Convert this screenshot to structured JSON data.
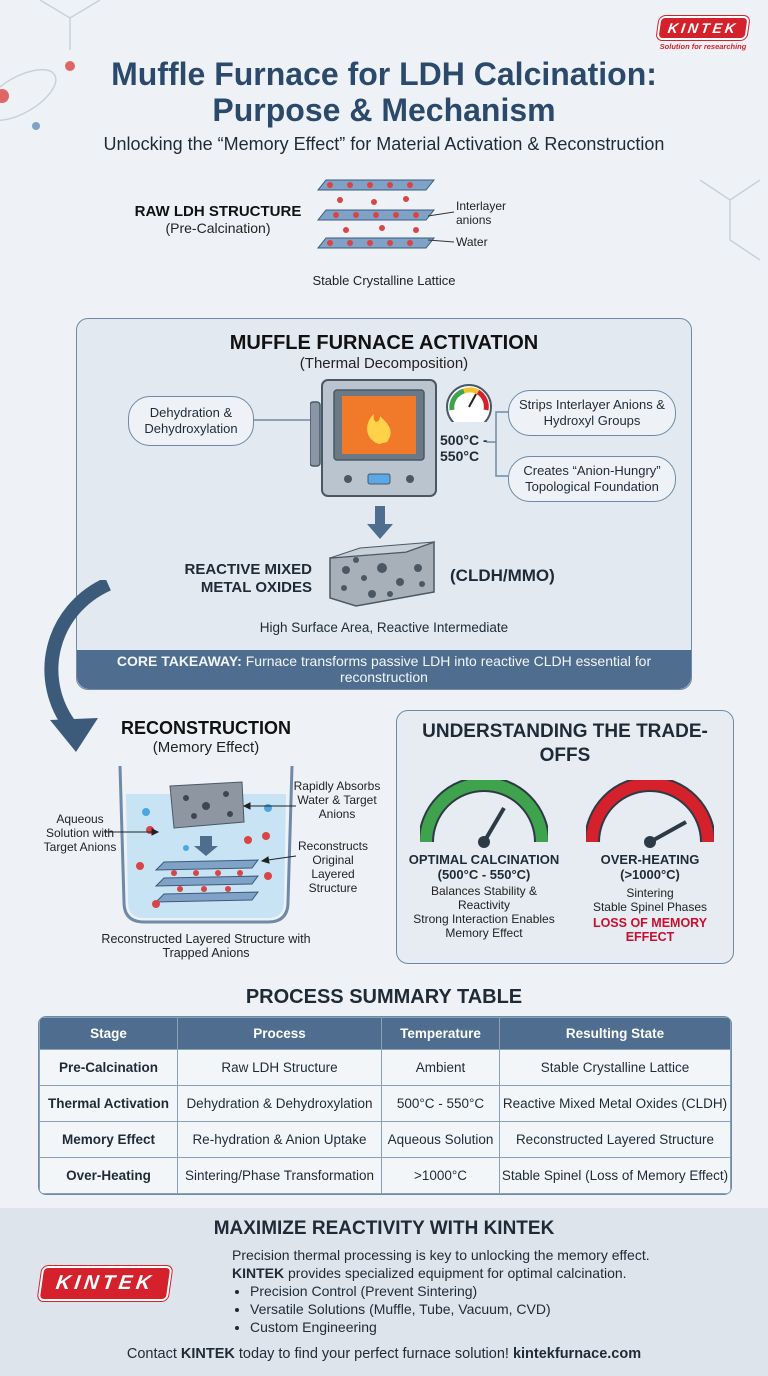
{
  "brand": {
    "name": "KINTEK",
    "tagline": "Solution for researching"
  },
  "header": {
    "title_line1": "Muffle Furnace for LDH Calcination:",
    "title_line2": "Purpose & Mechanism",
    "subtitle": "Unlocking the “Memory Effect” for Material Activation & Reconstruction"
  },
  "raw": {
    "heading": "RAW LDH STRUCTURE",
    "sub": "(Pre-Calcination)",
    "label_anions": "Interlayer anions",
    "label_water": "Water",
    "caption": "Stable Crystalline Lattice"
  },
  "furnace": {
    "heading": "MUFFLE FURNACE ACTIVATION",
    "sub": "(Thermal Decomposition)",
    "left_pill": "Dehydration & Dehydroxylation",
    "temp": "500°C - 550°C",
    "right_pill_1": "Strips Interlayer Anions & Hydroxyl Groups",
    "right_pill_2": "Creates “Anion-Hungry” Topological Foundation",
    "product_heading": "REACTIVE MIXED METAL OXIDES",
    "product_abbr": "(CLDH/MMO)",
    "product_caption": "High Surface Area, Reactive Intermediate",
    "takeaway_bold": "CORE TAKEAWAY:",
    "takeaway_text": "Furnace transforms passive LDH into reactive CLDH essential for reconstruction"
  },
  "reconstruction": {
    "heading": "RECONSTRUCTION",
    "sub": "(Memory Effect)",
    "label_solution": "Aqueous Solution with Target Anions",
    "label_absorbs": "Rapidly Absorbs Water & Target Anions",
    "label_reconstructs": "Reconstructs Original Layered Structure",
    "caption": "Reconstructed Layered Structure with Trapped Anions"
  },
  "tradeoffs": {
    "heading": "UNDERSTANDING THE TRADE-OFFS",
    "optimal": {
      "title": "OPTIMAL CALCINATION",
      "range": "(500°C - 550°C)",
      "line1": "Balances Stability & Reactivity",
      "line2": "Strong Interaction Enables Memory Effect",
      "color": "#3fa34d"
    },
    "over": {
      "title": "OVER-HEATING",
      "range": "(>1000°C)",
      "line1": "Sintering",
      "line2": "Stable Spinel Phases",
      "warning": "LOSS OF MEMORY EFFECT",
      "color": "#d5212b"
    }
  },
  "table": {
    "heading": "PROCESS SUMMARY TABLE",
    "columns": [
      "Stage",
      "Process",
      "Temperature",
      "Resulting State"
    ],
    "rows": [
      [
        "Pre-Calcination",
        "Raw LDH Structure",
        "Ambient",
        "Stable Crystalline Lattice"
      ],
      [
        "Thermal Activation",
        "Dehydration & Dehydroxylation",
        "500°C - 550°C",
        "Reactive Mixed Metal Oxides (CLDH)"
      ],
      [
        "Memory Effect",
        "Re-hydration & Anion Uptake",
        "Aqueous Solution",
        "Reconstructed Layered Structure"
      ],
      [
        "Over-Heating",
        "Sintering/Phase Transformation",
        ">1000°C",
        "Stable Spinel (Loss of Memory Effect)"
      ]
    ]
  },
  "cta": {
    "heading": "MAXIMIZE REACTIVITY WITH KINTEK",
    "line1": "Precision thermal processing is key to unlocking the memory effect.",
    "line2_bold": "KINTEK",
    "line2_rest": "provides specialized equipment for optimal calcination.",
    "bullets": [
      "Precision Control (Prevent Sintering)",
      "Versatile Solutions (Muffle, Tube, Vacuum, CVD)",
      "Custom Engineering"
    ],
    "contact_pre": "Contact",
    "contact_brand": "KINTEK",
    "contact_mid": "today to find your perfect furnace solution!",
    "contact_url": "kintekfurnace.com"
  }
}
